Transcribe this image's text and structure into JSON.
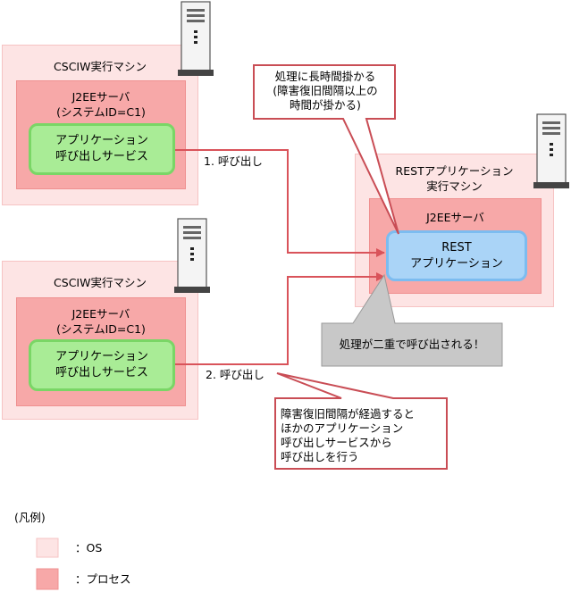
{
  "machine1": {
    "os_label": "CSCIW実行マシン",
    "process_line1": "J2EEサーバ",
    "process_line2": "(システムID=C1)",
    "app_line1": "アプリケーション",
    "app_line2": "呼び出しサービス"
  },
  "machine2": {
    "os_label": "CSCIW実行マシン",
    "process_line1": "J2EEサーバ",
    "process_line2": "(システムID=C1)",
    "app_line1": "アプリケーション",
    "app_line2": "呼び出しサービス"
  },
  "rest_machine": {
    "os_line1": "RESTアプリケーション",
    "os_line2": "実行マシン",
    "process_label": "J2EEサーバ",
    "app_line1": "REST",
    "app_line2": "アプリケーション"
  },
  "calls": {
    "call1": "1. 呼び出し",
    "call2": "2. 呼び出し"
  },
  "callouts": {
    "top": [
      "処理に長時間掛かる",
      "(障害復旧間隔以上の",
      "時間が掛かる)"
    ],
    "gray": "処理が二重で呼び出される！",
    "bottom": [
      "障害復旧間隔が経過すると",
      "ほかのアプリケーション",
      "呼び出しサービスから",
      "呼び出しを行う"
    ]
  },
  "legend": {
    "title": "(凡例)",
    "os": "：OS",
    "process": "：プロセス"
  },
  "colors": {
    "os_fill": "#fde4e4",
    "process_fill": "#f7a8a8",
    "app_fill": "#a9ec96",
    "rest_fill": "#aad4f7",
    "arrow": "#d9535a",
    "gray_callout": "#c8c8c8"
  }
}
